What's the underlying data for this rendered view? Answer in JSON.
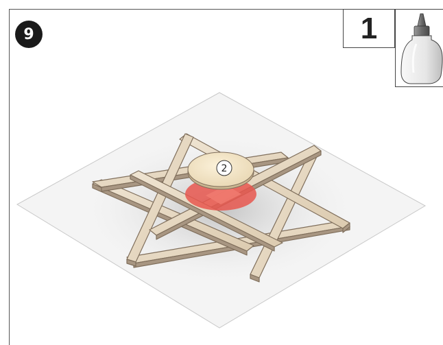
{
  "step": {
    "number": "9"
  },
  "quantity": {
    "value": "1"
  },
  "tool": {
    "icon": "glue-bottle-icon"
  },
  "callout": {
    "label": "2"
  },
  "colors": {
    "wood": "#e9dcc8",
    "wood_edge": "#8b7b68",
    "highlight": "#e8574f",
    "platform": "#f2f2f2"
  }
}
